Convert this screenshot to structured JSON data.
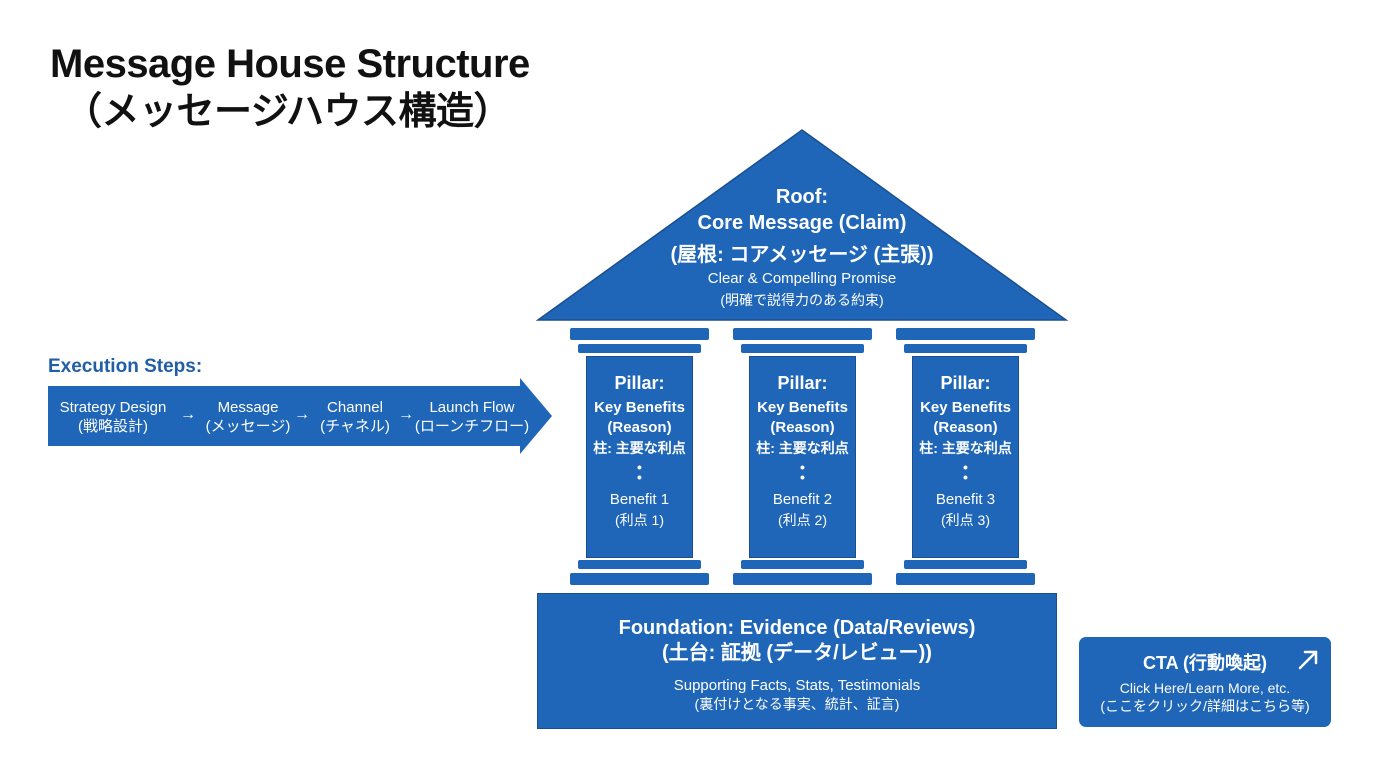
{
  "title": {
    "line1": "Message House Structure",
    "line2": "（メッセージハウス構造）"
  },
  "execution": {
    "label": "Execution Steps:",
    "separator": "→",
    "steps": [
      {
        "en": "Strategy Design",
        "ja": "(戦略設計)"
      },
      {
        "en": "Message",
        "ja": "(メッセージ)"
      },
      {
        "en": "Channel",
        "ja": "(チャネル)"
      },
      {
        "en": "Launch Flow",
        "ja": "(ローンチフロー)"
      }
    ]
  },
  "roof": {
    "line1": "Roof:",
    "line2": "Core Message (Claim)",
    "line3": "(屋根: コアメッセージ (主張))",
    "line4": "Clear & Compelling Promise",
    "line5": "(明確で説得力のある約束)"
  },
  "pillars": [
    {
      "title": "Pillar:",
      "sub1": "Key Benefits",
      "sub2": "(Reason)",
      "ja": "柱: 主要な利点",
      "dots": "•\n•",
      "benefit": "Benefit 1",
      "benefit_ja": "(利点 1)"
    },
    {
      "title": "Pillar:",
      "sub1": "Key Benefits",
      "sub2": "(Reason)",
      "ja": "柱: 主要な利点",
      "dots": "•\n•",
      "benefit": "Benefit 2",
      "benefit_ja": "(利点 2)"
    },
    {
      "title": "Pillar:",
      "sub1": "Key Benefits",
      "sub2": "(Reason)",
      "ja": "柱: 主要な利点",
      "dots": "•\n•",
      "benefit": "Benefit 3",
      "benefit_ja": "(利点 3)"
    }
  ],
  "foundation": {
    "line1": "Foundation: Evidence (Data/Reviews)",
    "line2": "(土台: 証拠 (データ/レビュー))",
    "line3": "Supporting Facts, Stats, Testimonials",
    "line4": "(裏付けとなる事実、統計、証言)"
  },
  "cta": {
    "title": "CTA (行動喚起)",
    "line2": "Click Here/Learn More, etc.",
    "line3": "(ここをクリック/詳細はこちら等)",
    "icon": "arrow-up-right-icon"
  },
  "colors": {
    "primary": "#1f66b8",
    "border": "#1a4f8f",
    "label": "#1f5fa8",
    "title": "#111111"
  }
}
